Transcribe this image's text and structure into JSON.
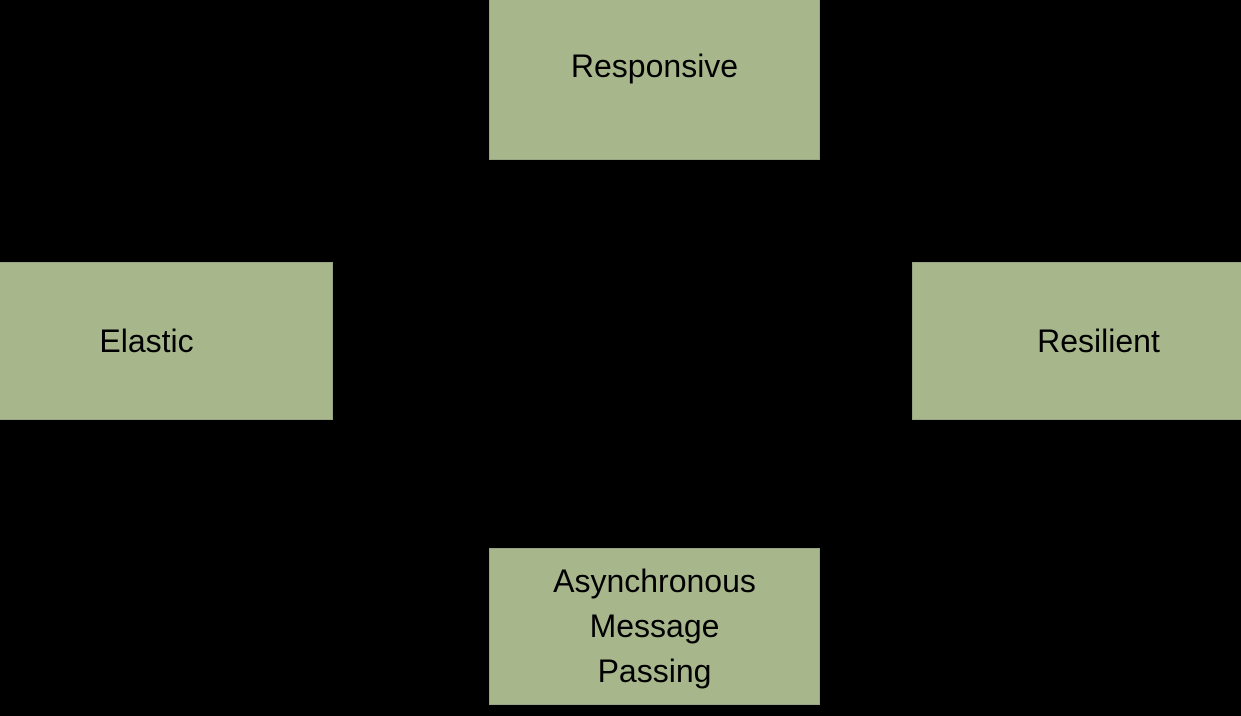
{
  "diagram": {
    "background_color": "#000000",
    "node_fill_color": "#a8b68c",
    "node_border_color": "#97a583",
    "node_text_color": "#000000",
    "connector_color": "#000000",
    "nodes": [
      {
        "id": "responsive",
        "label": "Responsive",
        "position": "top"
      },
      {
        "id": "elastic",
        "label": "Elastic",
        "position": "left"
      },
      {
        "id": "resilient",
        "label": "Resilient",
        "position": "right"
      },
      {
        "id": "async",
        "label": "Asynchronous\nMessage\nPassing",
        "position": "bottom"
      }
    ],
    "connectors": [
      {
        "from": "elastic",
        "to": "responsive",
        "direction": "up-right"
      },
      {
        "from": "resilient",
        "to": "responsive",
        "direction": "up-left"
      },
      {
        "from": "async",
        "to": "elastic",
        "direction": "left-up"
      },
      {
        "from": "async",
        "to": "resilient",
        "direction": "right-up"
      }
    ]
  }
}
